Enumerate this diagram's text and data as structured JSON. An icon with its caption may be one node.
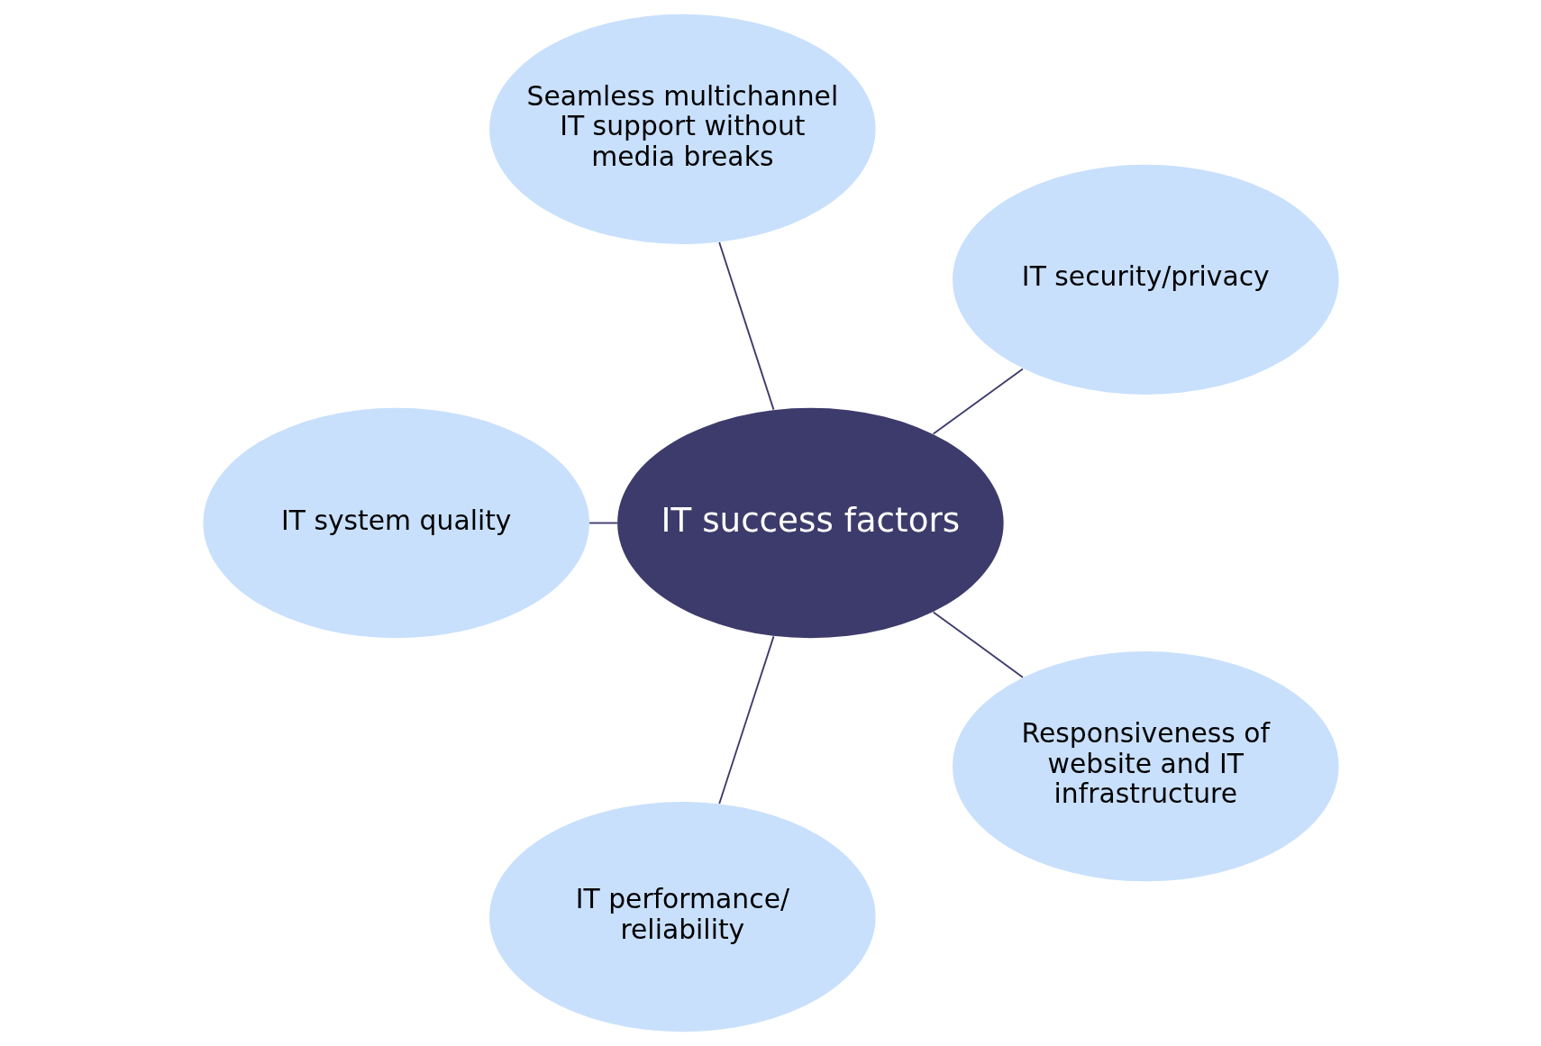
{
  "diagram": {
    "nodes": [
      {
        "text": [
          "IT security/privacy"
        ]
      },
      {
        "text": [
          "Seamless multichannel IT support without media breaks"
        ]
      },
      {
        "text": [
          "IT system quality"
        ]
      },
      {
        "text": [
          "IT success factors"
        ]
      },
      {
        "text": [
          "IT performance/ reliability"
        ]
      },
      {
        "text": [
          "Responsiveness of website and IT infrastructure"
        ]
      }
    ],
    "edges": [
      {
        "from": 3,
        "to": 0,
        "arrow": "none"
      },
      {
        "from": 3,
        "to": 1,
        "arrow": "none"
      },
      {
        "from": 3,
        "to": 2,
        "arrow": "none"
      },
      {
        "from": 3,
        "to": 4,
        "arrow": "none"
      },
      {
        "from": 3,
        "to": 5,
        "arrow": "none"
      }
    ]
  }
}
